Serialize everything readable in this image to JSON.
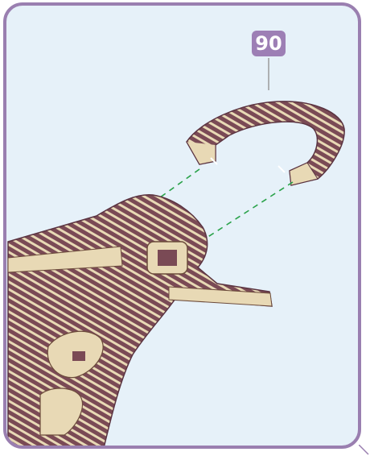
{
  "step": {
    "number": "90"
  },
  "colors": {
    "frame": "#9a7fb0",
    "background": "#e6f1f9",
    "badge": "#9d7fb5",
    "wood_light": "#e8d9b5",
    "wood_dark": "#7a4a55",
    "guide_line": "#2aa24a"
  },
  "icons": {
    "part": "u-shaped-wood-part",
    "model": "wooden-model-assembly",
    "guide": "dashed-guide-line"
  }
}
